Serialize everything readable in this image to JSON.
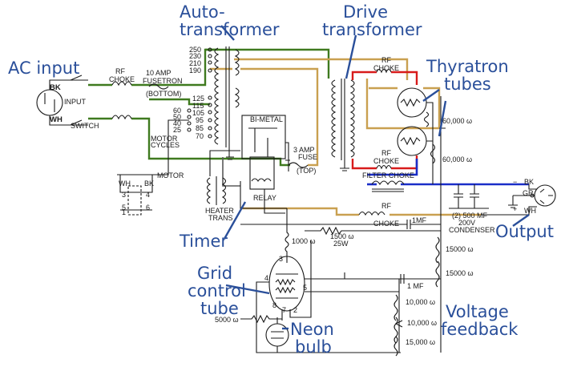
{
  "callouts": {
    "ac_input": "AC input",
    "auto_1": "Auto-",
    "auto_2": "transformer",
    "drive_1": "Drive",
    "drive_2": "transformer",
    "thyratron_1": "Thyratron",
    "thyratron_2": "tubes",
    "timer": "Timer",
    "grid_1": "Grid",
    "grid_2": "control",
    "grid_3": "tube",
    "neon_1": "Neon",
    "neon_2": "bulb",
    "output": "Output",
    "voltage_1": "Voltage",
    "voltage_2": "feedback"
  },
  "labels": {
    "bk_in": "BK",
    "wh_in": "WH",
    "input": "INPUT",
    "switch": "SWITCH",
    "rf_choke_in": "RF",
    "choke_in": "CHOKE",
    "fusetron_1": "10 AMP",
    "fusetron_2": "FUSETRON",
    "fusetron_3": "(BOTTOM)",
    "tap_250": "250",
    "tap_230": "230",
    "tap_210": "210",
    "tap_190": "190",
    "tap_125": "125",
    "tap_115": "115",
    "tap_105": "105",
    "tap_60": "60",
    "tap_50": "50",
    "tap_40": "40",
    "tap_95": "95",
    "tap_85": "85",
    "tap_25": "25",
    "tap_70": "70",
    "motor_1": "MOTOR",
    "motor_2": "CYCLES",
    "bimetal": "BI-METAL",
    "fuse3_1": "3 AMP",
    "fuse3_2": "FUSE",
    "fuse3_3": "(TOP)",
    "relay": "RELAY",
    "heater_1": "HEATER",
    "heater_2": "TRANS",
    "motor": "MOTOR",
    "wh_m": "WH",
    "bk_m": "BK",
    "pin_1": "1",
    "pin_3": "3",
    "pin_4": "4",
    "pin_5": "5",
    "pin_6": "6",
    "rf_t1": "RF",
    "choke_t1": "CHOKE",
    "rf_t2": "RF",
    "choke_t2": "CHOKE",
    "r60000_a": "60,000 ω",
    "r60000_b": "60,000 ω",
    "filter_choke": "FILTER CHOKE",
    "bk_out": "BK",
    "gr_out": "GR",
    "wh_out": "WH",
    "minus": "−",
    "plus": "+",
    "rf_out": "RF",
    "choke_out": "CHOKE",
    "cap_1mf_a": "1MF",
    "cond_1": "(2) 500 MF",
    "cond_2": "200V",
    "cond_3": "CONDENSER",
    "r1500_1": "1500 ω",
    "r1500_2": "25W",
    "r1000": "1000 ω",
    "r15000_a": "15000 ω",
    "r15000_b": "15000 ω",
    "cap_1mf_b": "1 MF",
    "r10000_a": "10,000 ω",
    "r10000_b": "10,000 ω",
    "r15000_c": "15,000 ω",
    "r5000": "5000 ω",
    "tube_3": "3",
    "tube_4": "4",
    "tube_5": "5",
    "tube_8": "8",
    "tube_7": "7",
    "tube_2": "2"
  }
}
